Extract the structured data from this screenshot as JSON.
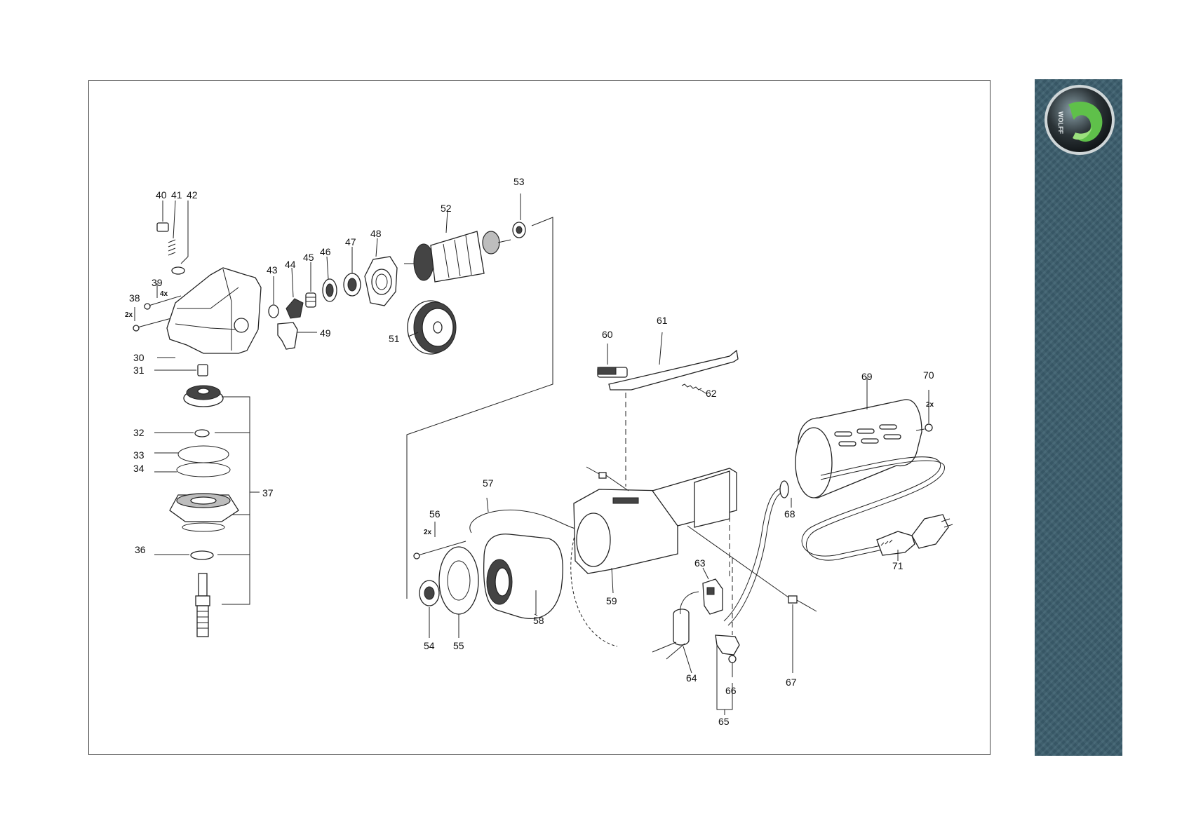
{
  "brand": {
    "logo_text": "WOLFF",
    "sidebar_color": "#3c5f6e"
  },
  "callouts": [
    {
      "id": "p40",
      "text": "40"
    },
    {
      "id": "p41",
      "text": "41"
    },
    {
      "id": "p42",
      "text": "42"
    },
    {
      "id": "p39",
      "text": "39"
    },
    {
      "id": "p38",
      "text": "38"
    },
    {
      "id": "p30",
      "text": "30"
    },
    {
      "id": "p31",
      "text": "31"
    },
    {
      "id": "p32",
      "text": "32"
    },
    {
      "id": "p33",
      "text": "33"
    },
    {
      "id": "p34",
      "text": "34"
    },
    {
      "id": "p36",
      "text": "36"
    },
    {
      "id": "p37",
      "text": "37"
    },
    {
      "id": "p43",
      "text": "43"
    },
    {
      "id": "p44",
      "text": "44"
    },
    {
      "id": "p45",
      "text": "45"
    },
    {
      "id": "p46",
      "text": "46"
    },
    {
      "id": "p47",
      "text": "47"
    },
    {
      "id": "p48",
      "text": "48"
    },
    {
      "id": "p49",
      "text": "49"
    },
    {
      "id": "p51",
      "text": "51"
    },
    {
      "id": "p52",
      "text": "52"
    },
    {
      "id": "p53",
      "text": "53"
    },
    {
      "id": "p54",
      "text": "54"
    },
    {
      "id": "p55",
      "text": "55"
    },
    {
      "id": "p56",
      "text": "56"
    },
    {
      "id": "p57",
      "text": "57"
    },
    {
      "id": "p58",
      "text": "58"
    },
    {
      "id": "p59",
      "text": "59"
    },
    {
      "id": "p60",
      "text": "60"
    },
    {
      "id": "p61",
      "text": "61"
    },
    {
      "id": "p62",
      "text": "62"
    },
    {
      "id": "p63",
      "text": "63"
    },
    {
      "id": "p64",
      "text": "64"
    },
    {
      "id": "p65",
      "text": "65"
    },
    {
      "id": "p66",
      "text": "66"
    },
    {
      "id": "p67",
      "text": "67"
    },
    {
      "id": "p68",
      "text": "68"
    },
    {
      "id": "p69",
      "text": "69"
    },
    {
      "id": "p70",
      "text": "70"
    },
    {
      "id": "p71",
      "text": "71"
    }
  ],
  "quantities": [
    {
      "id": "q39",
      "text": "4x"
    },
    {
      "id": "q38",
      "text": "2x"
    },
    {
      "id": "q56",
      "text": "2x"
    },
    {
      "id": "q70",
      "text": "2x"
    }
  ]
}
